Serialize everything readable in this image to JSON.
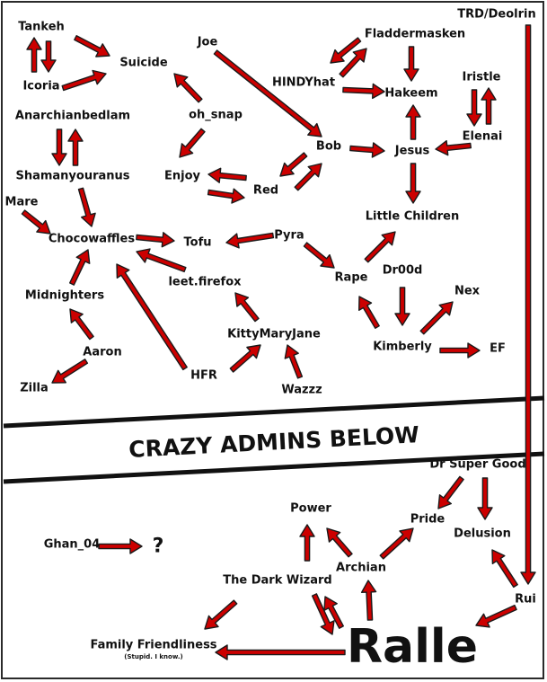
{
  "colors": {
    "arrow_fill": "#cc0000",
    "arrow_outline": "#1a1a1a",
    "divider": "#111111",
    "frame": "#2a2a2a"
  },
  "nodes": {
    "tankeh": "Tankeh",
    "icoria": "Icoria",
    "suicide": "Suicide",
    "joe": "Joe",
    "oh_snap": "oh_snap",
    "enjoy": "Enjoy",
    "red": "Red",
    "bob": "Bob",
    "fladdermasken": "Fladdermasken",
    "hindyhat": "HINDYhat",
    "hakeem": "Hakeem",
    "jesus": "Jesus",
    "iristle": "Iristle",
    "elenai": "Elenai",
    "trd_deolrin": "TRD/Deolrin",
    "little_children": "Little Children",
    "anarchianbedlam": "Anarchianbedlam",
    "shamanyouranus": "Shamanyouranus",
    "mare": "Mare",
    "chocowaffles": "Chocowaffles",
    "tofu": "Tofu",
    "pyra": "Pyra",
    "rape": "Rape",
    "dr00d": "Dr00d",
    "nex": "Nex",
    "kimberly": "Kimberly",
    "ef": "EF",
    "leet_firefox": "leet.firefox",
    "kittymaryjane": "KittyMaryJane",
    "wazzz": "Wazzz",
    "midnighters": "Midnighters",
    "aaron": "Aaron",
    "zilla": "Zilla",
    "hfr": "HFR",
    "dr_super_good": "Dr Super Good",
    "power": "Power",
    "pride": "Pride",
    "delusion": "Delusion",
    "ghan_04": "Ghan_04",
    "question": "?",
    "archian": "Archian",
    "the_dark_wizard": "The Dark Wizard",
    "rui": "Rui",
    "family_friendliness": "Family Friendliness",
    "family_note": "(Stupid. I know.)",
    "ralle": "Ralle"
  },
  "banner": "CRAZY ADMINS BELOW"
}
